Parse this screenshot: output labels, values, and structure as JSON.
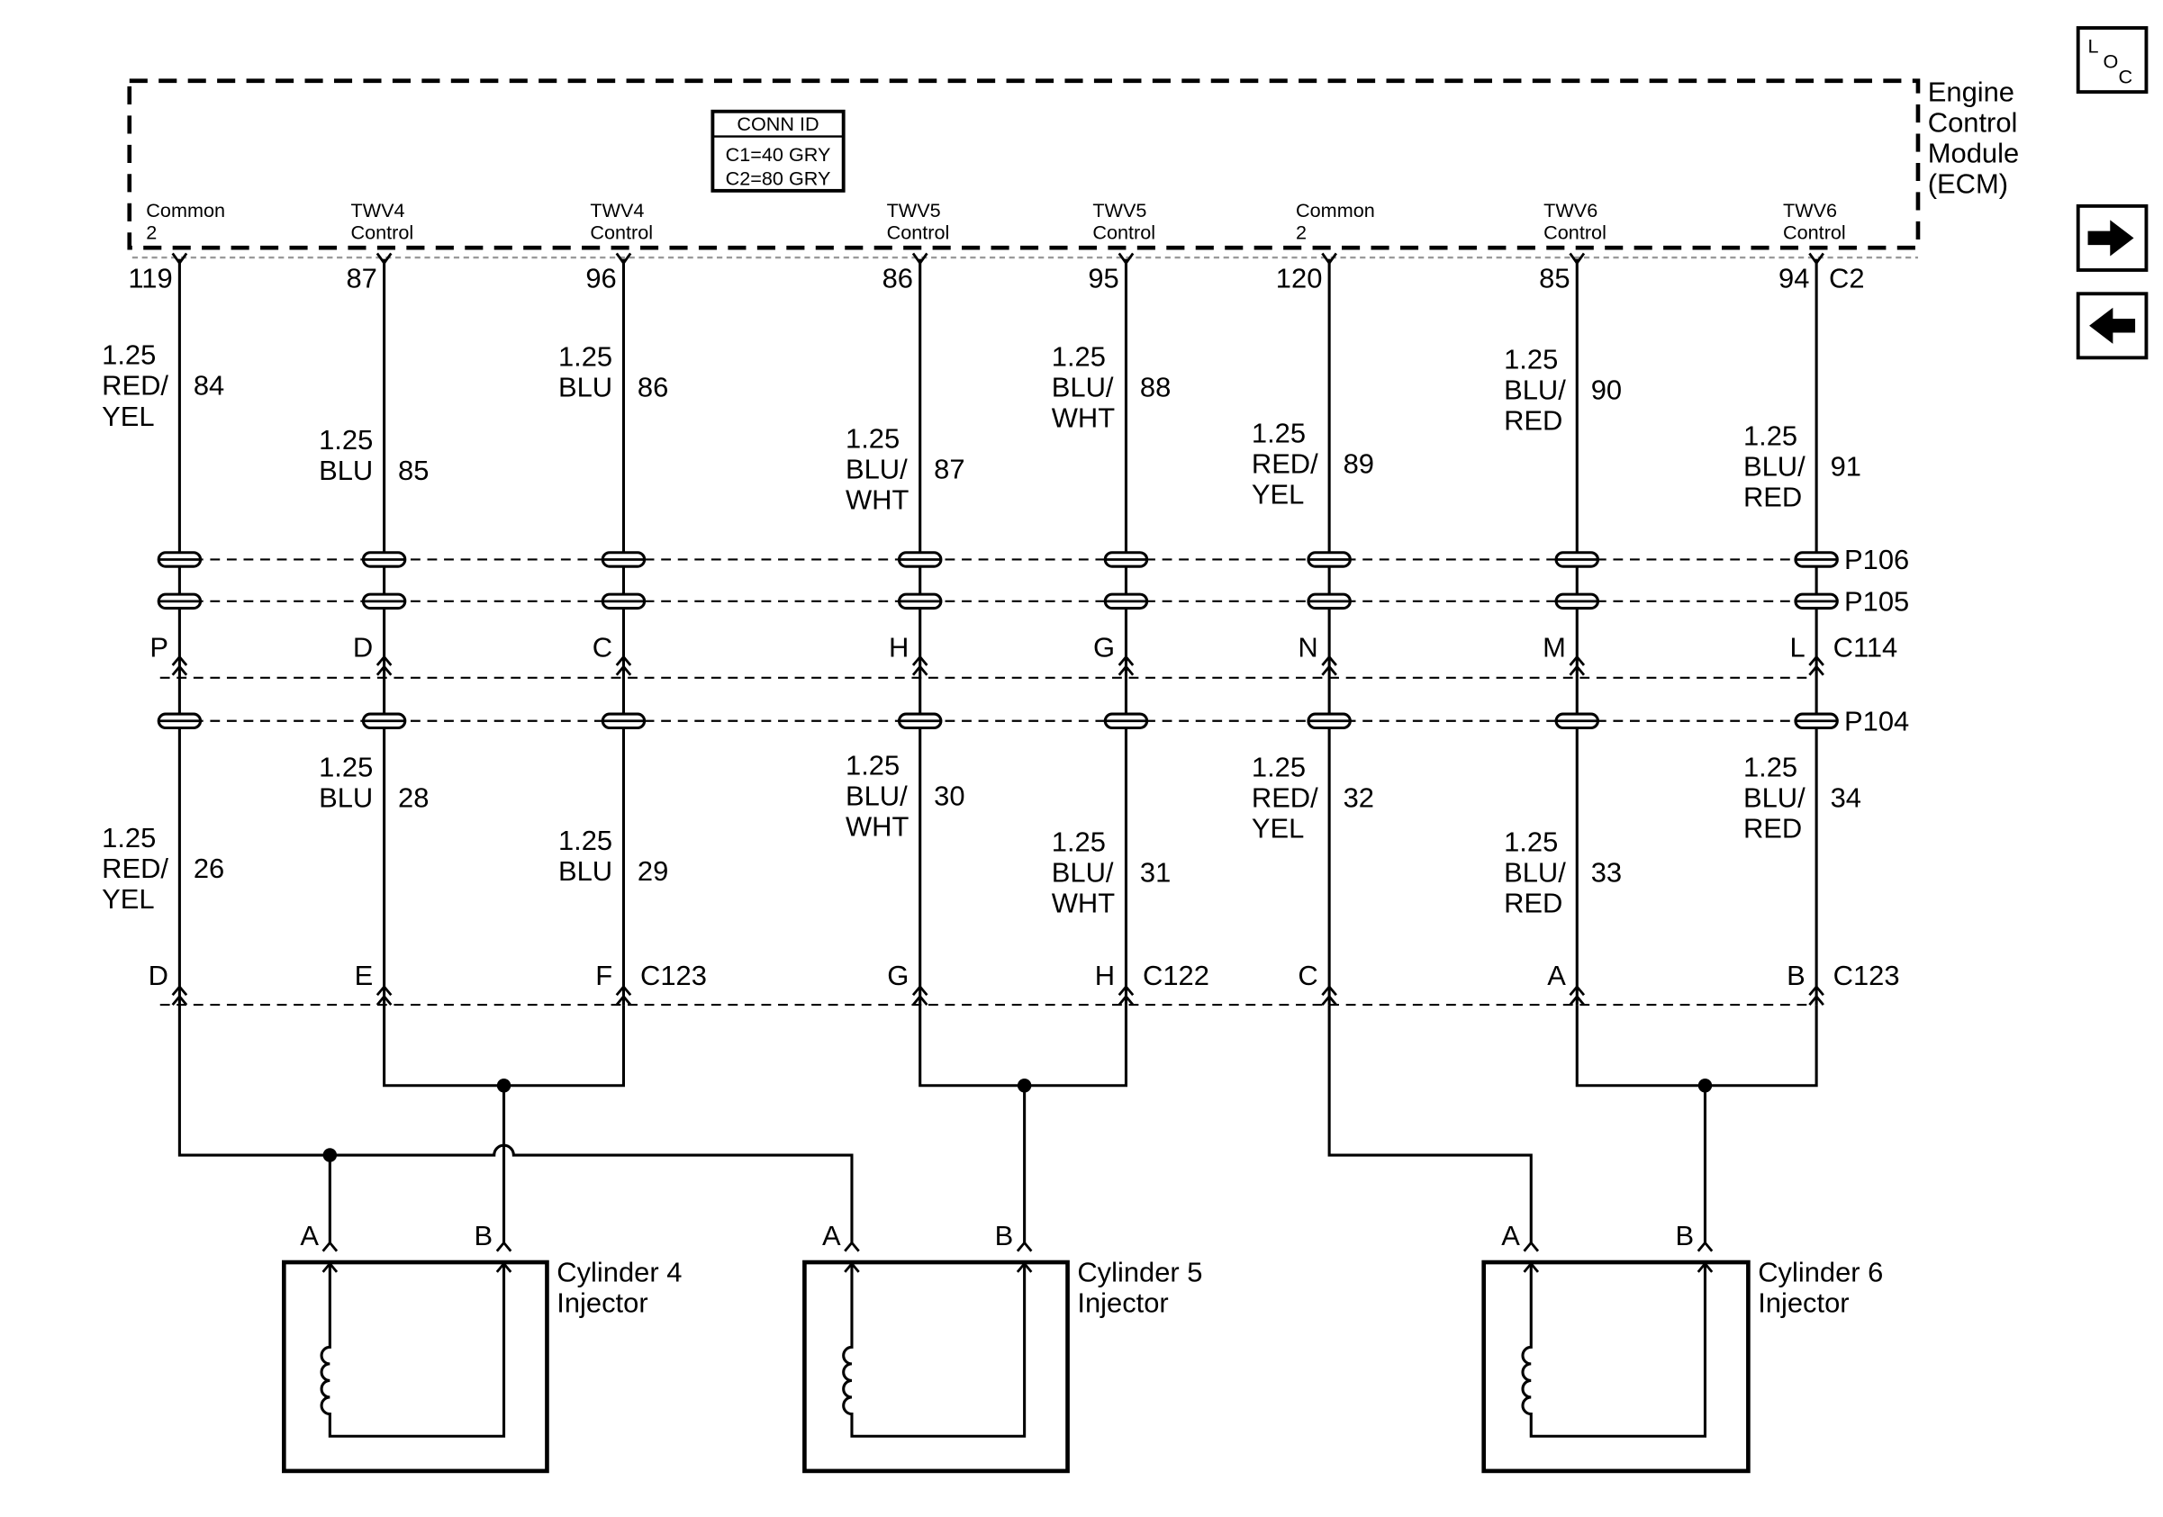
{
  "ecm": {
    "label_lines": [
      "Engine",
      "Control",
      "Module",
      "(ECM)"
    ],
    "connector": "C2"
  },
  "conn_id": {
    "title": "CONN ID",
    "rows": [
      "C1=40 GRY",
      "C2=80 GRY"
    ]
  },
  "nav": {
    "loc_icon": "loc-icon",
    "loc_letters": [
      "L",
      "O",
      "C"
    ],
    "next_icon": "arrow-right-icon",
    "prev_icon": "arrow-left-icon"
  },
  "inline_connectors": {
    "p106": "P106",
    "p105": "P105",
    "c114": "C114",
    "p104": "P104"
  },
  "circuits": [
    {
      "function": [
        "Common",
        "2"
      ],
      "ecm_pin": "119",
      "upper": {
        "size": "1.25",
        "color": [
          "RED/",
          "YEL"
        ],
        "circuit": "84"
      },
      "c114_pin": "P",
      "lower": {
        "size": "1.25",
        "color": [
          "RED/",
          "YEL"
        ],
        "circuit": "26"
      },
      "harness_pin": "D"
    },
    {
      "function": [
        "TWV4",
        "Control"
      ],
      "ecm_pin": "87",
      "upper": {
        "size": "1.25",
        "color": [
          "BLU"
        ],
        "circuit": "85"
      },
      "c114_pin": "D",
      "lower": {
        "size": "1.25",
        "color": [
          "BLU"
        ],
        "circuit": "28"
      },
      "harness_pin": "E"
    },
    {
      "function": [
        "TWV4",
        "Control"
      ],
      "ecm_pin": "96",
      "upper": {
        "size": "1.25",
        "color": [
          "BLU"
        ],
        "circuit": "86"
      },
      "c114_pin": "C",
      "lower": {
        "size": "1.25",
        "color": [
          "BLU"
        ],
        "circuit": "29"
      },
      "harness_pin": "F",
      "harness_connector": "C123"
    },
    {
      "function": [
        "TWV5",
        "Control"
      ],
      "ecm_pin": "86",
      "upper": {
        "size": "1.25",
        "color": [
          "BLU/",
          "WHT"
        ],
        "circuit": "87"
      },
      "c114_pin": "H",
      "lower": {
        "size": "1.25",
        "color": [
          "BLU/",
          "WHT"
        ],
        "circuit": "30"
      },
      "harness_pin": "G"
    },
    {
      "function": [
        "TWV5",
        "Control"
      ],
      "ecm_pin": "95",
      "upper": {
        "size": "1.25",
        "color": [
          "BLU/",
          "WHT"
        ],
        "circuit": "88"
      },
      "c114_pin": "G",
      "lower": {
        "size": "1.25",
        "color": [
          "BLU/",
          "WHT"
        ],
        "circuit": "31"
      },
      "harness_pin": "H",
      "harness_connector": "C122"
    },
    {
      "function": [
        "Common",
        "2"
      ],
      "ecm_pin": "120",
      "upper": {
        "size": "1.25",
        "color": [
          "RED/",
          "YEL"
        ],
        "circuit": "89"
      },
      "c114_pin": "N",
      "lower": {
        "size": "1.25",
        "color": [
          "RED/",
          "YEL"
        ],
        "circuit": "32"
      },
      "harness_pin": "C"
    },
    {
      "function": [
        "TWV6",
        "Control"
      ],
      "ecm_pin": "85",
      "upper": {
        "size": "1.25",
        "color": [
          "BLU/",
          "RED"
        ],
        "circuit": "90"
      },
      "c114_pin": "M",
      "lower": {
        "size": "1.25",
        "color": [
          "BLU/",
          "RED"
        ],
        "circuit": "33"
      },
      "harness_pin": "A"
    },
    {
      "function": [
        "TWV6",
        "Control"
      ],
      "ecm_pin": "94",
      "upper": {
        "size": "1.25",
        "color": [
          "BLU/",
          "RED"
        ],
        "circuit": "91"
      },
      "c114_pin": "L",
      "lower": {
        "size": "1.25",
        "color": [
          "BLU/",
          "RED"
        ],
        "circuit": "34"
      },
      "harness_pin": "B",
      "harness_connector": "C123"
    }
  ],
  "injectors": [
    {
      "name": [
        "Cylinder 4",
        "Injector"
      ],
      "pin_a": "A",
      "pin_b": "B"
    },
    {
      "name": [
        "Cylinder 5",
        "Injector"
      ],
      "pin_a": "A",
      "pin_b": "B"
    },
    {
      "name": [
        "Cylinder 6",
        "Injector"
      ],
      "pin_a": "A",
      "pin_b": "B"
    }
  ]
}
